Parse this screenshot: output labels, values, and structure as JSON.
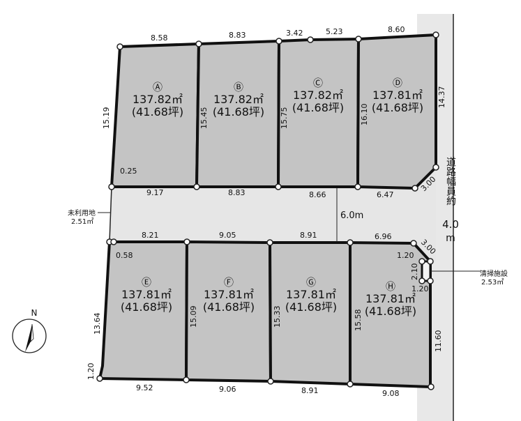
{
  "lots": [
    {
      "id": "Ⓐ",
      "area": "137.82㎡",
      "tsubo": "(41.68坪)"
    },
    {
      "id": "Ⓑ",
      "area": "137.82㎡",
      "tsubo": "(41.68坪)"
    },
    {
      "id": "Ⓒ",
      "area": "137.82㎡",
      "tsubo": "(41.68坪)"
    },
    {
      "id": "Ⓓ",
      "area": "137.81㎡",
      "tsubo": "(41.68坪)"
    },
    {
      "id": "Ⓔ",
      "area": "137.81㎡",
      "tsubo": "(41.68坪)"
    },
    {
      "id": "Ⓕ",
      "area": "137.81㎡",
      "tsubo": "(41.68坪)"
    },
    {
      "id": "Ⓖ",
      "area": "137.81㎡",
      "tsubo": "(41.68坪)"
    },
    {
      "id": "Ⓗ",
      "area": "137.81㎡",
      "tsubo": "(41.68坪)"
    }
  ],
  "dims": {
    "top": [
      "8.58",
      "8.83",
      "3.42",
      "5.23",
      "8.60"
    ],
    "upper_sides": [
      "15.19",
      "15.45",
      "15.75",
      "16.10",
      "14.37"
    ],
    "upper_bottom": [
      "9.17",
      "8.83",
      "8.66",
      "6.47",
      "3.00",
      "0.25"
    ],
    "lower_top": [
      "8.21",
      "9.05",
      "8.91",
      "6.96",
      "3.00",
      "0.58"
    ],
    "lower_sides": [
      "13.64",
      "15.09",
      "15.33",
      "15.58",
      "11.60",
      "1.20"
    ],
    "bottom": [
      "9.52",
      "9.06",
      "8.91",
      "9.08"
    ],
    "cleaning": [
      "1.20",
      "2.10",
      "1.20"
    ]
  },
  "road_inner": "6.0m",
  "road_side": {
    "label": "道路幅員約",
    "value": "4.0",
    "unit": "m"
  },
  "unused_land": {
    "label": "未利用地",
    "area": "2.51㎡"
  },
  "cleaning_facility": {
    "label": "清掃施設",
    "area": "2.53㎡"
  },
  "compass": "N"
}
